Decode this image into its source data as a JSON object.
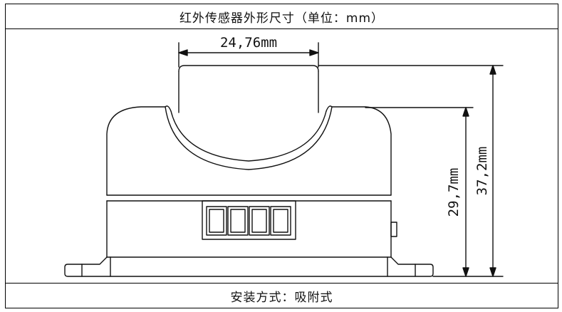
{
  "title": "红外传感器外形尺寸（单位：mm）",
  "dimensions": {
    "width_label": "24,76mm",
    "body_height_label": "29,7mm",
    "total_height_label": "37,2mm"
  },
  "display": {
    "digit_count": 4
  },
  "footer": "安装方式：吸附式"
}
